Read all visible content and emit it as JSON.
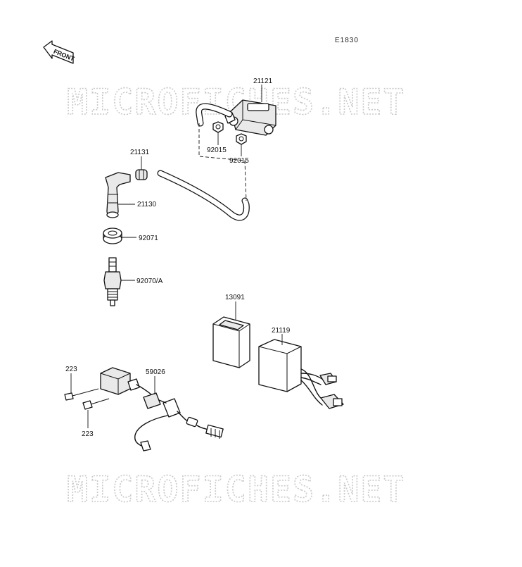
{
  "reference_code": "E1830",
  "front_label": "FRONT",
  "watermark": "MICROFICHES.NET",
  "parts": [
    {
      "id": "21121",
      "label": "21121"
    },
    {
      "id": "92015-a",
      "label": "92015"
    },
    {
      "id": "92015-b",
      "label": "92015"
    },
    {
      "id": "21131",
      "label": "21131"
    },
    {
      "id": "21130",
      "label": "21130"
    },
    {
      "id": "92071",
      "label": "92071"
    },
    {
      "id": "92070A",
      "label": "92070/A"
    },
    {
      "id": "13091",
      "label": "13091"
    },
    {
      "id": "21119",
      "label": "21119"
    },
    {
      "id": "223-a",
      "label": "223"
    },
    {
      "id": "223-b",
      "label": "223"
    },
    {
      "id": "59026",
      "label": "59026"
    }
  ]
}
